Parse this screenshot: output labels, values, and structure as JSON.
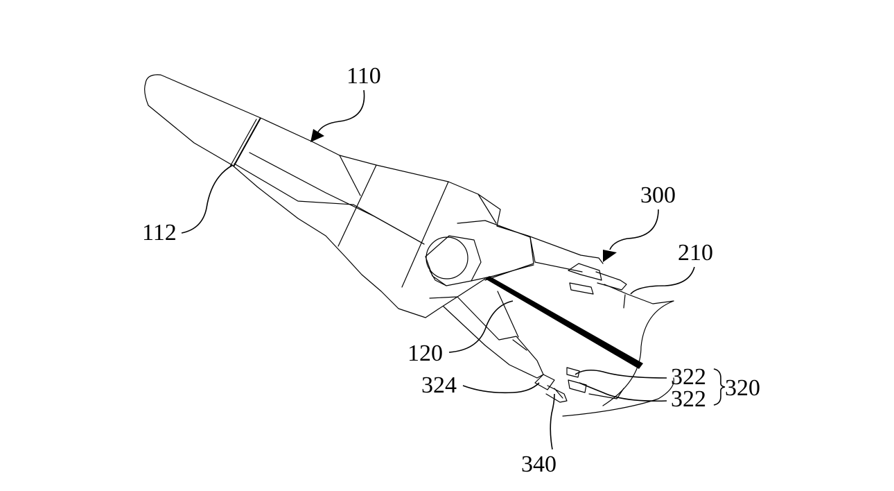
{
  "labels": {
    "l110": "110",
    "l112": "112",
    "l300": "300",
    "l210": "210",
    "l120": "120",
    "l324": "324",
    "l322a": "322",
    "l322b": "322",
    "l320": "320",
    "l340": "340"
  },
  "colors": {
    "line": "#000000",
    "background": "#ffffff"
  }
}
